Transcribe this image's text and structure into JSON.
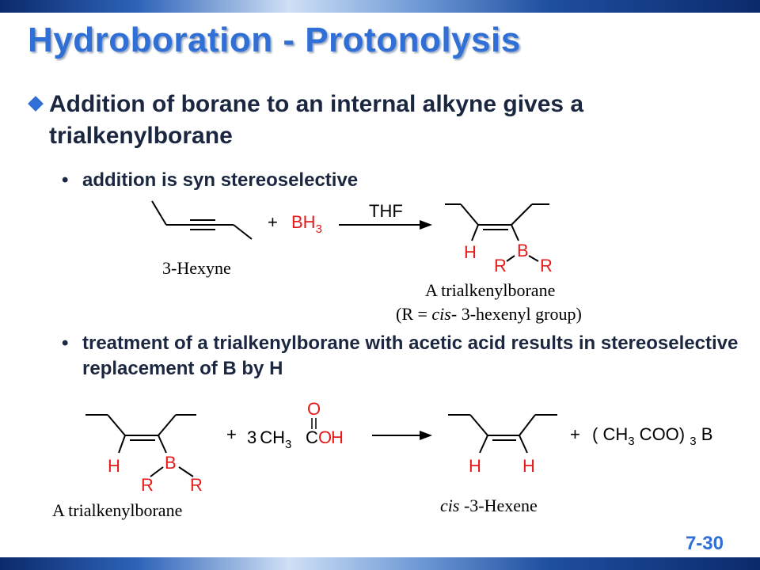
{
  "slide": {
    "title": "Hydroboration - Protonolysis",
    "bullet_main": "Addition of borane to an internal alkyne gives a trialkenylborane",
    "sub_bullet_1": "addition is syn stereoselective",
    "sub_bullet_2": "treatment of a trialkenylborane with acetic acid results in stereoselective replacement of B by H",
    "page_number": "7-30",
    "bullet_glyph": "•"
  },
  "reaction1": {
    "reactant_label": "3-Hexyne",
    "plus": "+",
    "reagent_main": "BH",
    "reagent_sub": "3",
    "arrow_label": "THF",
    "product_label": "A trialkenylborane",
    "product_note_pre": "(R = ",
    "product_note_ital": "cis",
    "product_note_post": "- 3-hexenyl group)",
    "atom_H": "H",
    "atom_B": "B",
    "atom_R": "R"
  },
  "reaction2": {
    "reactant_label": "A trialkenylborane",
    "plus": "+",
    "acid_coef": "3",
    "acid_ch": "CH",
    "acid_sub": "3",
    "acid_c": "C",
    "acid_o_top": "O",
    "acid_o": "O",
    "acid_h": "H",
    "product_label_ital": "cis",
    "product_label_rest": " -3-Hexene",
    "byproduct_paren_open": "( CH",
    "byproduct_sub": "3",
    "byproduct_mid": " COO) ",
    "byproduct_sub2": "3",
    "byproduct_b": " B",
    "atom_H": "H",
    "atom_B": "B",
    "atom_R": "R"
  },
  "colors": {
    "title": "#2f6fd6",
    "heteroatom": "#e41a1a",
    "text": "#1b2740"
  }
}
